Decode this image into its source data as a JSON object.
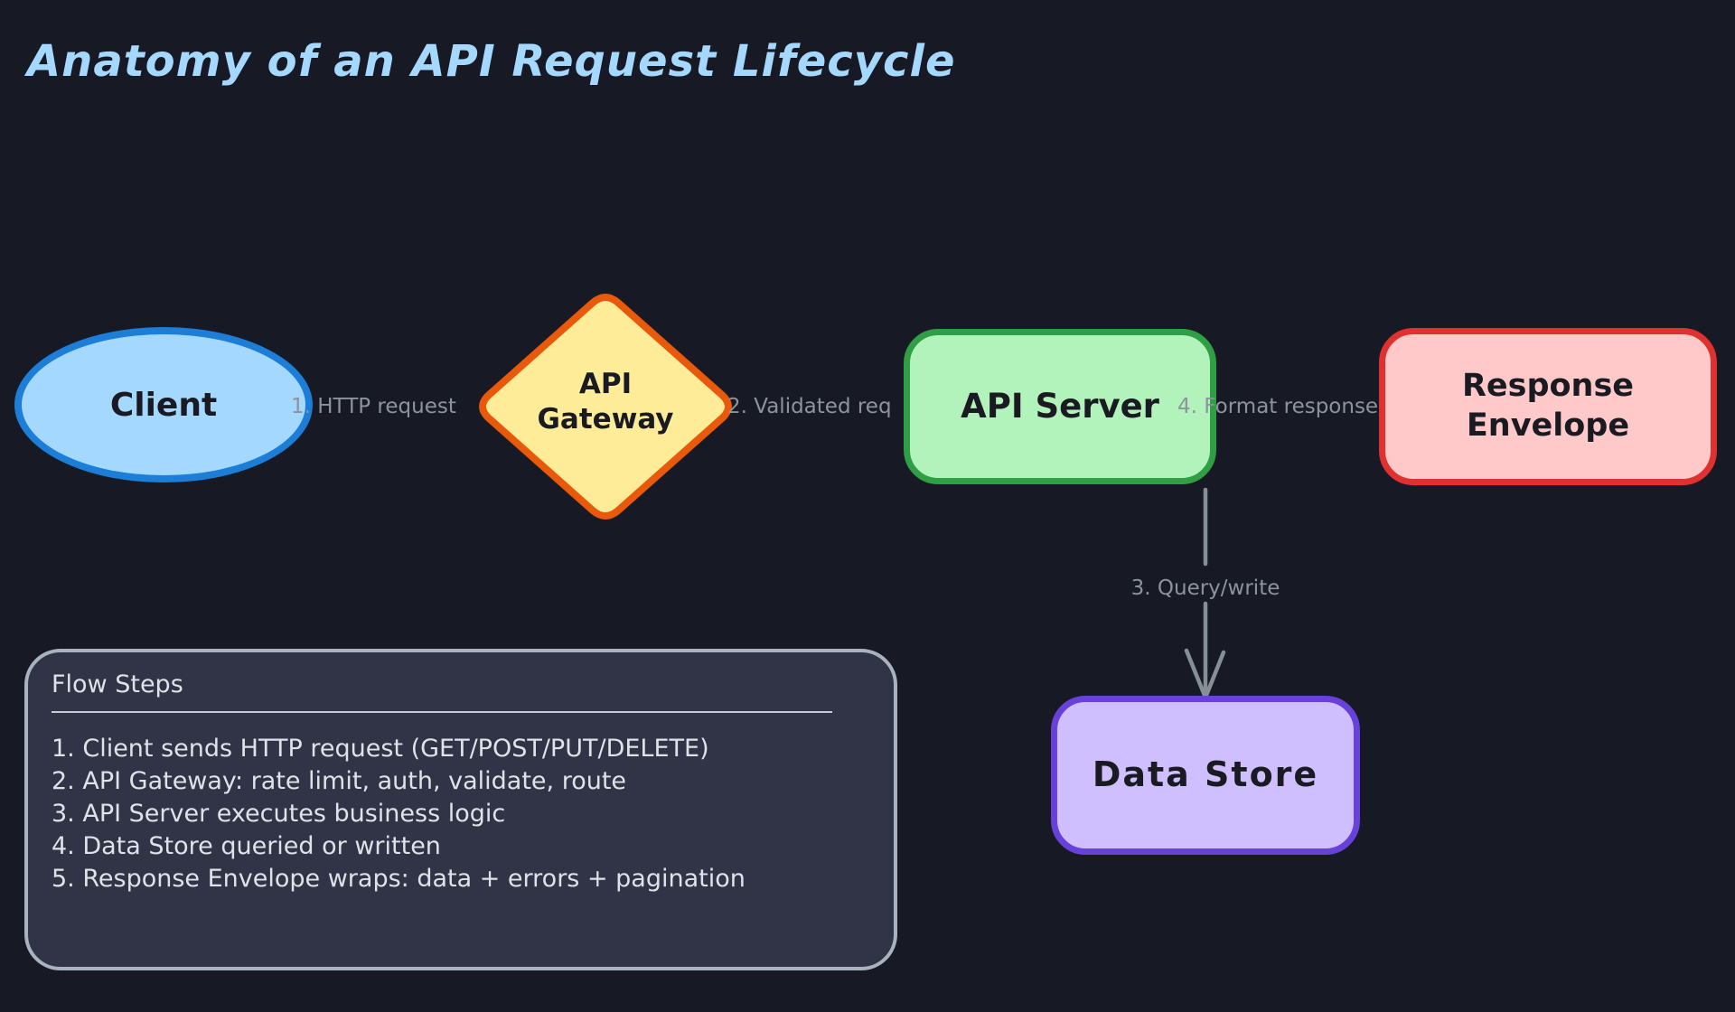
{
  "title": "Anatomy of an API Request Lifecycle",
  "canvas": {
    "background": "#171a24",
    "title_color": "#a5d8ff"
  },
  "nodes": [
    {
      "id": "client",
      "label": "Client",
      "shape": "ellipse",
      "fill": "#a5d8ff",
      "stroke": "#1c7ed6",
      "text_color": "#1a1b22"
    },
    {
      "id": "api-gateway",
      "label": "API Gateway",
      "shape": "diamond",
      "fill": "#ffec99",
      "stroke": "#e8590c",
      "text_color": "#1a1b22"
    },
    {
      "id": "api-server",
      "label": "API Server",
      "shape": "rectangle",
      "fill": "#b2f2bb",
      "stroke": "#2f9e44",
      "text_color": "#1a1b22"
    },
    {
      "id": "response-envelope",
      "label": "Response Envelope",
      "shape": "rectangle",
      "fill": "#ffc9c9",
      "stroke": "#e03131",
      "text_color": "#1a1b22"
    },
    {
      "id": "data-store",
      "label": "Data Store",
      "shape": "rectangle",
      "fill": "#d0bfff",
      "stroke": "#6741d9",
      "text_color": "#1a1b22"
    }
  ],
  "edge_labels": [
    {
      "label": "1. HTTP request",
      "color": "#8d939c"
    },
    {
      "label": "2. Validated req",
      "color": "#8d939c"
    },
    {
      "label": "3. Query/write",
      "color": "#8d939c"
    },
    {
      "label": "4. Format response",
      "color": "#8d939c"
    }
  ],
  "arrow": {
    "color": "#868e96"
  },
  "flow_steps": {
    "title": "Flow Steps",
    "panel_fill": "#313447",
    "panel_border": "#a9b2bf",
    "text_color": "#dfe2e7",
    "items": [
      "1. Client sends HTTP request (GET/POST/PUT/DELETE)",
      "2. API Gateway: rate limit, auth, validate, route",
      "3. API Server executes business logic",
      "4. Data Store queried or written",
      "5. Response Envelope wraps: data + errors + pagination"
    ]
  }
}
